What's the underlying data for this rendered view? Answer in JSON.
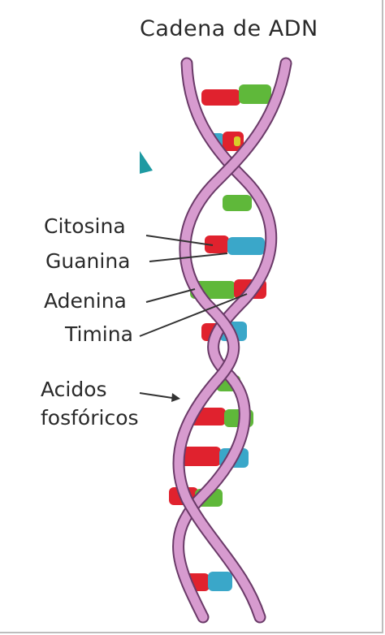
{
  "title": "Cadena de ADN",
  "labels": {
    "citosina": "Citosina",
    "guanina": "Guanina",
    "adenina": "Adenina",
    "timina": "Timina",
    "acidos_line1": "Acidos",
    "acidos_line2": "fosfóricos"
  },
  "colors": {
    "backbone": "#d79bcf",
    "backbone_edge": "#6a3a68",
    "citosina": "#e0222e",
    "guanina": "#3aa7c9",
    "adenina": "#5fb83a",
    "timina": "#d8ce2a",
    "pointer": "#333333",
    "marker": "#1e9aa2"
  }
}
